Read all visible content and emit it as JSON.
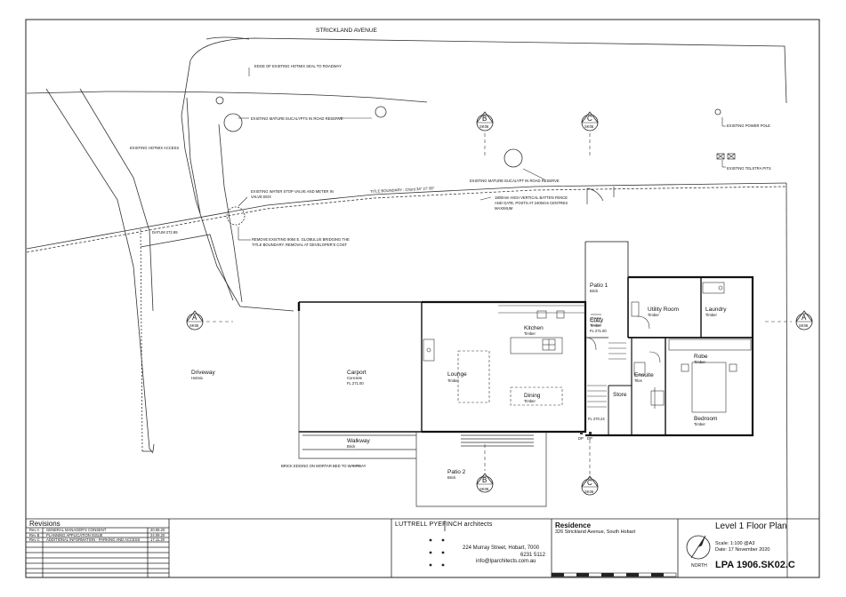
{
  "street": "STRICKLAND    AVENUE",
  "notes": {
    "hotmix_seal": "EDGE OF EXISTING HOTMIX SEAL TO ROADWAY",
    "eucalypts": "EXISTING MATURE EUCALYPTS IN ROAD RESERVE",
    "hotmix_access": "EXISTING HOTMIX ACCESS",
    "power_pole": "EXISTING POWER POLE",
    "telstra": "EXISTING TELSTRA PITS",
    "eucalypt_single": "EXISTING MATURE EUCALYPT IN ROAD RESERVE",
    "water_1": "EXISTING WATER STOP VALVE AND METER IN",
    "water_2": "VALVE BOX",
    "title_boundary": "TITLE BOUNDARY : Chord 34° 27' 00\"",
    "fence_1": "1800mm HIGH VERTICAL BATTEN FENCE",
    "fence_2": "AND GATE, POSTS AT 2400mm CENTRES",
    "fence_3": "MAXIMUM",
    "remove_1": "REMOVE EXISTING 9084 E. GLOBULUS BRIDGING THE",
    "remove_2": "TITLE BOUNDARY. REMOVAL AT DEVELOPER'S COST",
    "datum": "DATUM 272.89",
    "brick_edging": "BRICK EDGING ON MORTAR BED TO WALKWAY"
  },
  "section_markers": {
    "a_letter": "A",
    "b_letter": "B",
    "c_letter": "C",
    "sheet": "SK06"
  },
  "rooms": {
    "driveway": {
      "name": "Driveway",
      "finish": "Hotmix"
    },
    "carport": {
      "name": "Carport",
      "finish": "Concrete",
      "level": "FL 271.00"
    },
    "walkway": {
      "name": "Walkway",
      "finish": "Brick"
    },
    "patio2": {
      "name": "Patio 2",
      "finish": "Brick"
    },
    "patio1": {
      "name": "Patio 1",
      "finish": "Brick"
    },
    "lounge": {
      "name": "Lounge",
      "finish": "Timber"
    },
    "kitchen": {
      "name": "Kitchen",
      "finish": "Timber"
    },
    "dining": {
      "name": "Dining",
      "finish": "Timber"
    },
    "entry": {
      "name": "Entry",
      "finish": "Timber",
      "level": "FL 271.00"
    },
    "store": {
      "name": "Store"
    },
    "utility": {
      "name": "Utility Room",
      "finish": "Timber"
    },
    "laundry": {
      "name": "Laundry",
      "finish": "Timber"
    },
    "ensuite": {
      "name": "Ensuite",
      "finish": "Tiles"
    },
    "robe": {
      "name": "Robe",
      "finish": "Timber"
    },
    "bedroom": {
      "name": "Bedroom",
      "finish": "Timber"
    },
    "lower_level": "FL 270.24",
    "dp": "DP"
  },
  "revisions": {
    "title": "Revisions",
    "rows": [
      {
        "rev": "Rev A",
        "desc": "GENERAL MANAGER'S CONSENT",
        "date": "20.08.20"
      },
      {
        "rev": "Rev B",
        "desc": "PLANNING APPLICATION ISSUE",
        "date": "24.09.20"
      },
      {
        "rev": "Rev C",
        "desc": "ADDITIONAL INFORMATION - PARKING AND ACCESS",
        "date": "17.11.20"
      }
    ]
  },
  "architect": {
    "name": "LUTTRELL PYEFINCH architects",
    "address": "224 Murray Street, Hobart, 7000",
    "phone": "6231 5112",
    "email": "info@lparchitects.com.au"
  },
  "project": {
    "title": "Residence",
    "address": "326 Strickland Avenue, South Hobart"
  },
  "sheet": {
    "title": "Level 1 Floor Plan",
    "scale": "Scale: 1:100 @A3",
    "date": "Date: 17 November 2020",
    "north": "NORTH",
    "number": "LPA 1906.SK02.C"
  }
}
